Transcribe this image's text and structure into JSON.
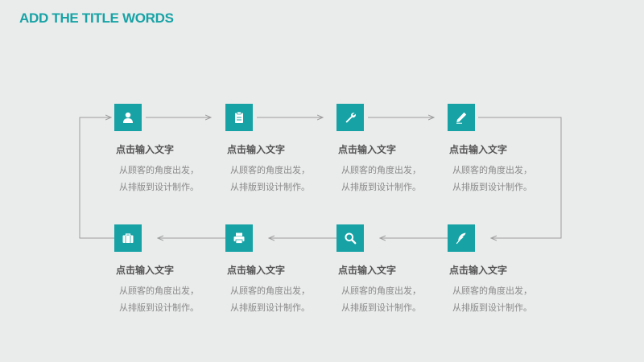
{
  "title": "ADD THE TITLE WORDS",
  "colors": {
    "accent": "#17a3a6",
    "connector": "#9e9e9e",
    "background": "#eaebeb"
  },
  "steps": [
    {
      "icon": "user-icon",
      "title": "点击输入文字",
      "line1": "从顾客的角度出发，",
      "line2": "从排版到设计制作。"
    },
    {
      "icon": "clipboard-icon",
      "title": "点击输入文字",
      "line1": "从顾客的角度出发，",
      "line2": "从排版到设计制作。"
    },
    {
      "icon": "wrench-icon",
      "title": "点击输入文字",
      "line1": "从顾客的角度出发，",
      "line2": "从排版到设计制作。"
    },
    {
      "icon": "pencil-icon",
      "title": "点击输入文字",
      "line1": "从顾客的角度出发，",
      "line2": "从排版到设计制作。"
    },
    {
      "icon": "feather-icon",
      "title": "点击输入文字",
      "line1": "从顾客的角度出发，",
      "line2": "从排版到设计制作。"
    },
    {
      "icon": "search-icon",
      "title": "点击输入文字",
      "line1": "从顾客的角度出发，",
      "line2": "从排版到设计制作。"
    },
    {
      "icon": "printer-icon",
      "title": "点击输入文字",
      "line1": "从顾客的角度出发，",
      "line2": "从排版到设计制作。"
    },
    {
      "icon": "briefcase-icon",
      "title": "点击输入文字",
      "line1": "从顾客的角度出发，",
      "line2": "从排版到设计制作。"
    }
  ]
}
